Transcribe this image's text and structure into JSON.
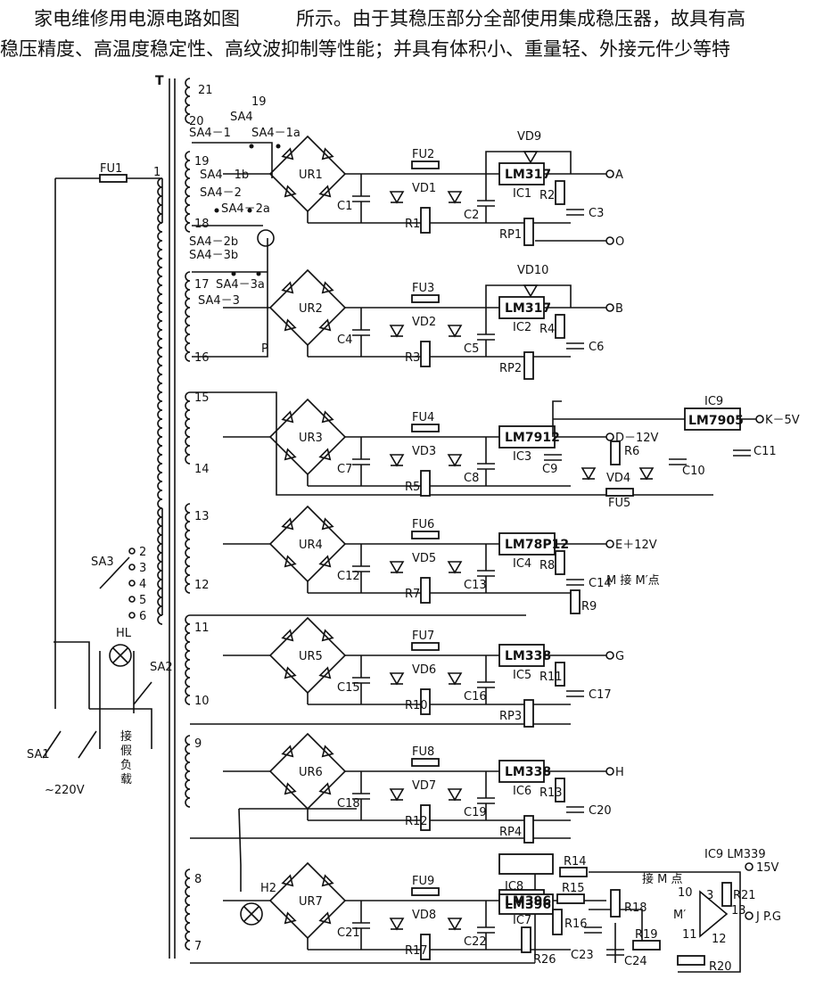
{
  "intro": {
    "line1": "家电维修用电源电路如图　　　所示。由于其稳压部分全部使用集成稳压器，故具有高",
    "line2": "稳压精度、高温度稳定性、高纹波抑制等性能；并具有体积小、重量轻、外接元件少等特"
  },
  "transformer": {
    "label": "T",
    "taps": [
      "21",
      "19",
      "20",
      "1",
      "19",
      "18",
      "17",
      "16",
      "15",
      "14",
      "13",
      "12",
      "11",
      "10",
      "9",
      "8",
      "7"
    ],
    "switch_labels": [
      "SA4",
      "SA4－1",
      "SA4－1a",
      "SA4－1b",
      "SA4－2",
      "SA4－2a",
      "SA4－2b",
      "SA4－3b",
      "SA4－3a",
      "SA4－3"
    ]
  },
  "primary": {
    "fuse": "FU1",
    "sa3": "SA3",
    "sa3_positions": [
      "2",
      "3",
      "4",
      "5",
      "6"
    ],
    "lamp": "HL",
    "sa2": "SA2",
    "sa1": "SA1",
    "mains": "~220V",
    "load_label": "接假负载",
    "node_p": "P",
    "lamp2": "H2"
  },
  "channels": [
    {
      "bridge": "UR1",
      "fuse": "FU2",
      "cin": "C1",
      "led": "VD1",
      "r": "R1",
      "c2": "C2",
      "ic": "LM317",
      "icname": "IC1",
      "ra": "R2",
      "rp": "RP1",
      "cout": "C3",
      "diode": "VD9",
      "out": "A",
      "out2": "O"
    },
    {
      "bridge": "UR2",
      "fuse": "FU3",
      "cin": "C4",
      "led": "VD2",
      "r": "R3",
      "c2": "C5",
      "ic": "LM317",
      "icname": "IC2",
      "ra": "R4",
      "rp": "RP2",
      "cout": "C6",
      "diode": "VD10",
      "out": "B"
    },
    {
      "bridge": "UR3",
      "fuse": "FU4",
      "cin": "C7",
      "led": "VD3",
      "r": "R5",
      "c2": "C8",
      "ic": "LM7912",
      "icname": "IC3",
      "out": "D－12V",
      "sub": {
        "c": "C9",
        "r": "R6",
        "led": "VD4",
        "fuse": "FU5",
        "c2": "C10",
        "ic": "LM7905",
        "icname": "IC9",
        "cout": "C11",
        "out": "K－5V"
      }
    },
    {
      "bridge": "UR4",
      "fuse": "FU6",
      "cin": "C12",
      "led": "VD5",
      "r": "R7",
      "c2": "C13",
      "ic": "LM78P12",
      "icname": "IC4",
      "ra": "R8",
      "rb": "R9",
      "cout": "C14",
      "out": "E＋12V",
      "note": "M 接 M′点"
    },
    {
      "bridge": "UR5",
      "fuse": "FU7",
      "cin": "C15",
      "led": "VD6",
      "r": "R10",
      "c2": "C16",
      "ic": "LM338",
      "icname": "IC5",
      "ra": "R11",
      "rp": "RP3",
      "cout": "C17",
      "out": "G"
    },
    {
      "bridge": "UR6",
      "fuse": "FU8",
      "cin": "C18",
      "led": "VD7",
      "r": "R12",
      "c2": "C19",
      "ic": "LM338",
      "icname": "IC6",
      "ra": "R13",
      "rp": "RP4",
      "cout": "C20",
      "out": "H"
    },
    {
      "bridge": "UR7",
      "fuse": "FU9",
      "cin": "C21",
      "led": "VD8",
      "r": "R17",
      "c2": "C22",
      "ic": "LM396",
      "icname": "IC7"
    }
  ],
  "protection": {
    "ic8": "IC8",
    "ic8_part": "LM396",
    "r14": "R14",
    "r15": "R15",
    "r16": "R16",
    "r18": "R18",
    "r19": "R19",
    "r20": "R20",
    "r21": "R21",
    "r26": "R26",
    "c23": "C23",
    "c24": "C24",
    "comparator": "IC9 LM339",
    "supply": "15V",
    "pins": [
      "10",
      "3",
      "13",
      "11",
      "12"
    ],
    "m_note": "接 M 点",
    "m_prime": "M′",
    "output": "J P.G"
  }
}
